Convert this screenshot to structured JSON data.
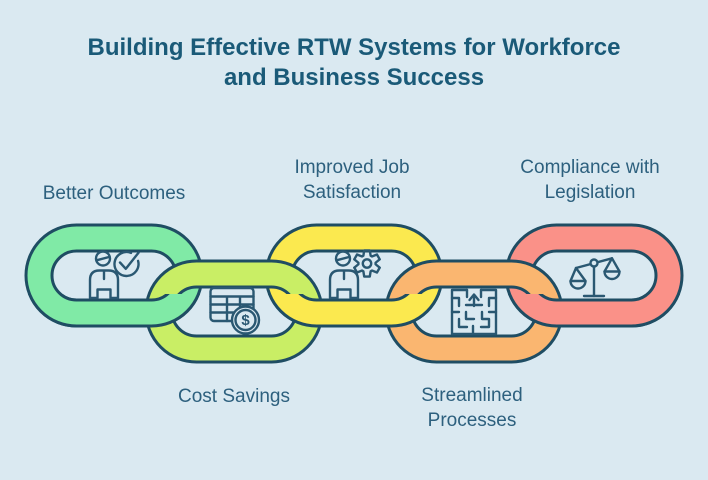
{
  "title": {
    "lines": [
      "Building Effective RTW Systems for Workforce",
      "and Business Success"
    ]
  },
  "colors": {
    "background": "#DAE9F1",
    "outline": "#1F4D63",
    "icon_stroke": "#2A5872",
    "title_text": "#1A5A78",
    "label_text": "#2D607E"
  },
  "links": [
    {
      "id": "better-outcomes",
      "label": "Better Outcomes",
      "color": "#80EAA6",
      "icon": "person-check-icon",
      "row": "top",
      "label_position": "above"
    },
    {
      "id": "cost-savings",
      "label": "Cost Savings",
      "color": "#C9EE65",
      "icon": "table-dollar-icon",
      "row": "bottom",
      "label_position": "below"
    },
    {
      "id": "improved-job-satisfaction",
      "label": "Improved Job Satisfaction",
      "color": "#FBE94F",
      "icon": "person-gear-icon",
      "row": "top",
      "label_position": "above"
    },
    {
      "id": "streamlined-processes",
      "label": "Streamlined Processes",
      "color": "#FAB670",
      "icon": "maze-arrow-icon",
      "row": "bottom",
      "label_position": "below"
    },
    {
      "id": "compliance-legislation",
      "label": "Compliance with Legislation",
      "color": "#FA9188",
      "icon": "scales-icon",
      "row": "top",
      "label_position": "above"
    }
  ],
  "icon_glyphs": {
    "dollar": "$"
  }
}
